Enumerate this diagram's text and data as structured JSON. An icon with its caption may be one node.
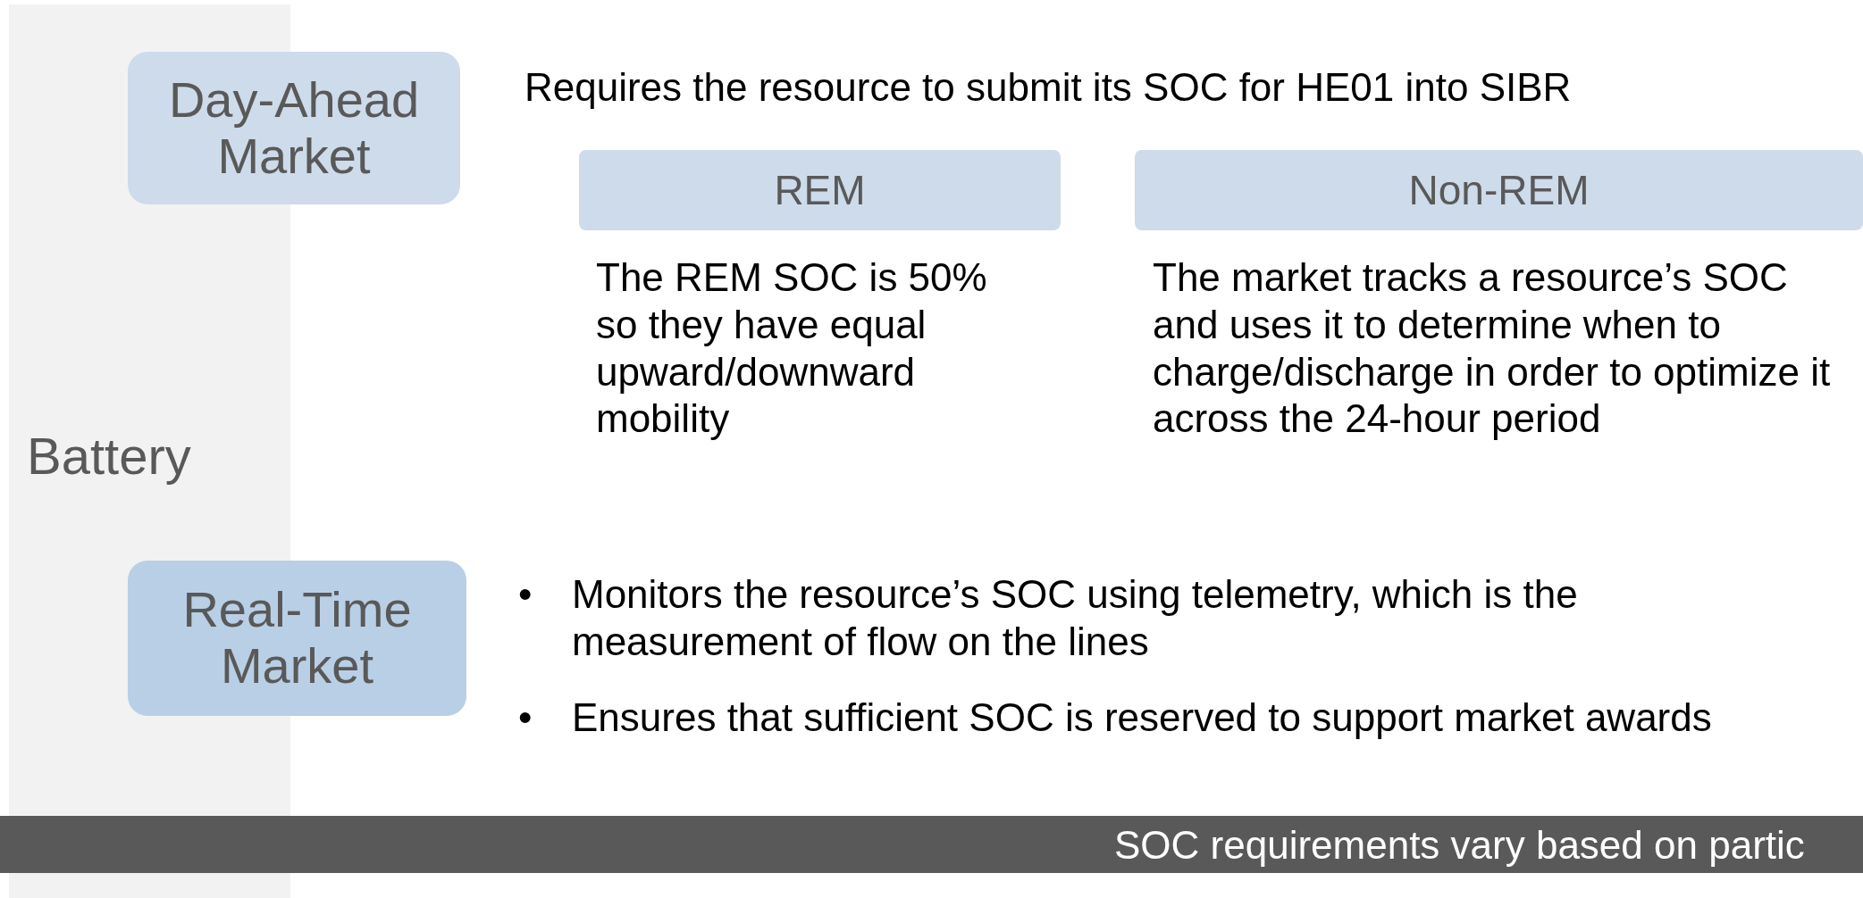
{
  "diagram": {
    "nodes": [
      {
        "text": [
          "Battery"
        ]
      },
      {
        "text": [
          "Day-Ahead Market"
        ]
      },
      {
        "text": [
          "REM"
        ]
      },
      {
        "text": [
          "Non-REM"
        ]
      },
      {
        "text": [
          "Real-Time Market"
        ]
      },
      {
        "text": [
          "SOC requirements vary based on partic"
        ]
      }
    ],
    "edges": [],
    "labels": [
      "Requires the resource to submit its SOC for HE01 into SIBR",
      "The REM SOC is 50% so they have equal upward/downward mobility",
      "The market tracks a resource’s SOC and uses it to determine when to charge/discharge in order to optimize it across the 24-hour period",
      "•",
      "Monitors the resource’s SOC using telemetry, which is the measurement of flow on the lines",
      "•",
      "Ensures that sufficient SOC is reserved to support market awards"
    ]
  }
}
